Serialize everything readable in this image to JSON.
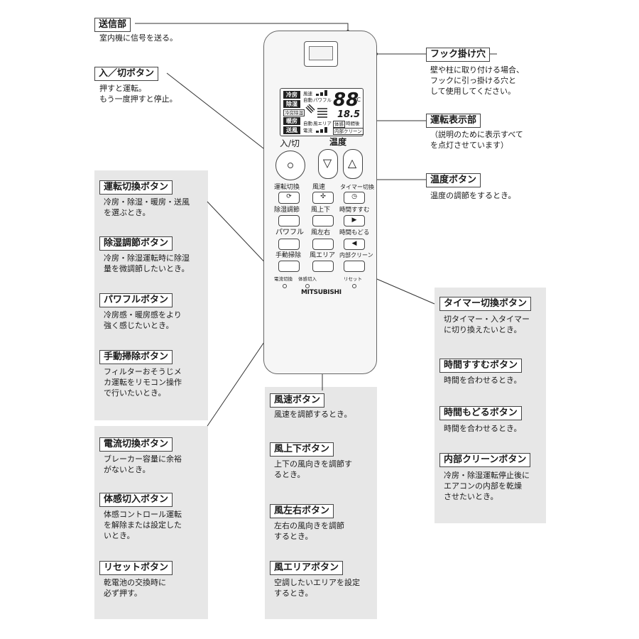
{
  "remote": {
    "lcd": {
      "modes": [
        "冷房",
        "除湿",
        "暖房",
        "送風"
      ],
      "mode_sub": "冷房除湿",
      "col2_top": [
        "風速",
        "自動"
      ],
      "powerful": "パワフル",
      "auto2": "自動",
      "area": "風エリア",
      "current": "電流",
      "big_temp": "88",
      "big_unit": "℃",
      "small_temp": "18.5",
      "boxes": [
        "体感",
        "内部クリーン"
      ],
      "timer": "時間後"
    },
    "power_label": "入/切",
    "temp_label": "温度",
    "buttons": {
      "mode": "運転切換",
      "fan_speed": "風速",
      "timer_switch": "タイマー切換",
      "dehum": "除湿調節",
      "updown": "風上下",
      "time_fwd": "時間すすむ",
      "powerful": "パワフル",
      "leftright": "風左右",
      "time_back": "時間もどる",
      "manual_clean": "手動掃除",
      "area": "風エリア",
      "inner_clean": "内部クリーン"
    },
    "small_holes": [
      "電流切換",
      "体感切入",
      "リセット"
    ],
    "brand": "MITSUBISHI"
  },
  "callouts": {
    "transmitter": {
      "title": "送信部",
      "desc": "室内機に信号を送る。"
    },
    "power": {
      "title": "入／切ボタン",
      "desc": "押すと運転。\nもう一度押すと停止。"
    },
    "hook": {
      "title": "フック掛け穴",
      "desc": "壁や柱に取り付ける場合、\nフックに引っ掛ける穴と\nして使用してください。"
    },
    "display": {
      "title": "運転表示部",
      "desc": "（説明のために表示すべて\nを点灯させています）"
    },
    "temp": {
      "title": "温度ボタン",
      "desc": "温度の調節をするとき。"
    }
  },
  "left_panel_1": [
    {
      "title": "運転切換ボタン",
      "desc": "冷房・除湿・暖房・送風\nを選ぶとき。"
    },
    {
      "title": "除湿調節ボタン",
      "desc": "冷房・除湿運転時に除湿\n量を微調節したいとき。"
    },
    {
      "title": "パワフルボタン",
      "desc": "冷房感・暖房感をより\n強く感じたいとき。"
    },
    {
      "title": "手動掃除ボタン",
      "desc": "フィルターおそうじメ\nカ運転をリモコン操作\nで行いたいとき。"
    }
  ],
  "left_panel_2": [
    {
      "title": "電流切換ボタン",
      "desc": "ブレーカー容量に余裕\nがないとき。"
    },
    {
      "title": "体感切入ボタン",
      "desc": "体感コントロール運転\nを解除または設定した\nいとき。"
    },
    {
      "title": "リセットボタン",
      "desc": "乾電池の交換時に\n必ず押す。"
    }
  ],
  "center_panel": [
    {
      "title": "風速ボタン",
      "desc": "風速を調節するとき。"
    },
    {
      "title": "風上下ボタン",
      "desc": "上下の風向きを調節す\nるとき。"
    },
    {
      "title": "風左右ボタン",
      "desc": "左右の風向きを調節\nするとき。"
    },
    {
      "title": "風エリアボタン",
      "desc": "空調したいエリアを設定\nするとき。"
    }
  ],
  "right_panel": [
    {
      "title": "タイマー切換ボタン",
      "desc": "切タイマー・入タイマー\nに切り換えたいとき。"
    },
    {
      "title": "時間すすむボタン",
      "desc": "時間を合わせるとき。"
    },
    {
      "title": "時間もどるボタン",
      "desc": "時間を合わせるとき。"
    },
    {
      "title": "内部クリーンボタン",
      "desc": "冷房・除湿運転停止後に\nエアコンの内部を乾燥\nさせたいとき。"
    }
  ]
}
